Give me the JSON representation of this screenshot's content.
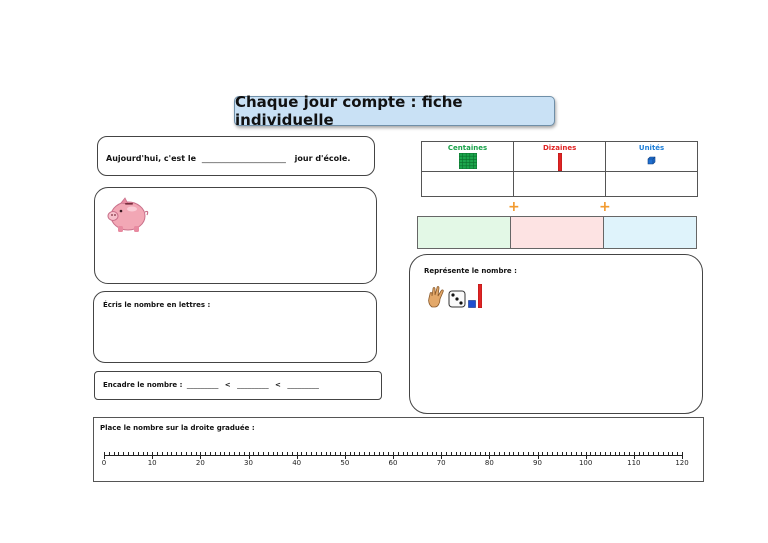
{
  "title": "Chaque jour compte : fiche individuelle",
  "day_box": {
    "prefix": "Aujourd'hui, c'est le",
    "blank": "_____________________",
    "suffix": "jour d'école."
  },
  "letters_box": {
    "label": "Écris le nombre en lettres :"
  },
  "encadre_box": {
    "label": "Encadre le nombre :",
    "blank1": "_________",
    "lt1": "<",
    "blank2": "_________",
    "lt2": "<",
    "blank3": "_________"
  },
  "table": {
    "headers": [
      "Centaines",
      "Dizaines",
      "Unités"
    ],
    "header_colors": [
      "#1aa24a",
      "#e02424",
      "#1f7fd8"
    ]
  },
  "plus_signs": [
    "+",
    "+"
  ],
  "decomposition_colors": [
    "#e3f8e6",
    "#fde3e3",
    "#dff3fb"
  ],
  "represente_box": {
    "label": "Représente le nombre :"
  },
  "number_line": {
    "label": "Place le nombre sur la droite graduée :",
    "min": 0,
    "max": 120,
    "major_step": 10,
    "minor_step": 1,
    "tick_labels": [
      "0",
      "10",
      "20",
      "30",
      "40",
      "50",
      "60",
      "70",
      "80",
      "90",
      "100",
      "110",
      "120"
    ]
  },
  "icons": [
    "piggy-bank-icon",
    "hand-three-fingers-icon",
    "dice-three-icon",
    "unit-cube-icon",
    "ten-rod-icon",
    "hundred-flat-icon"
  ]
}
